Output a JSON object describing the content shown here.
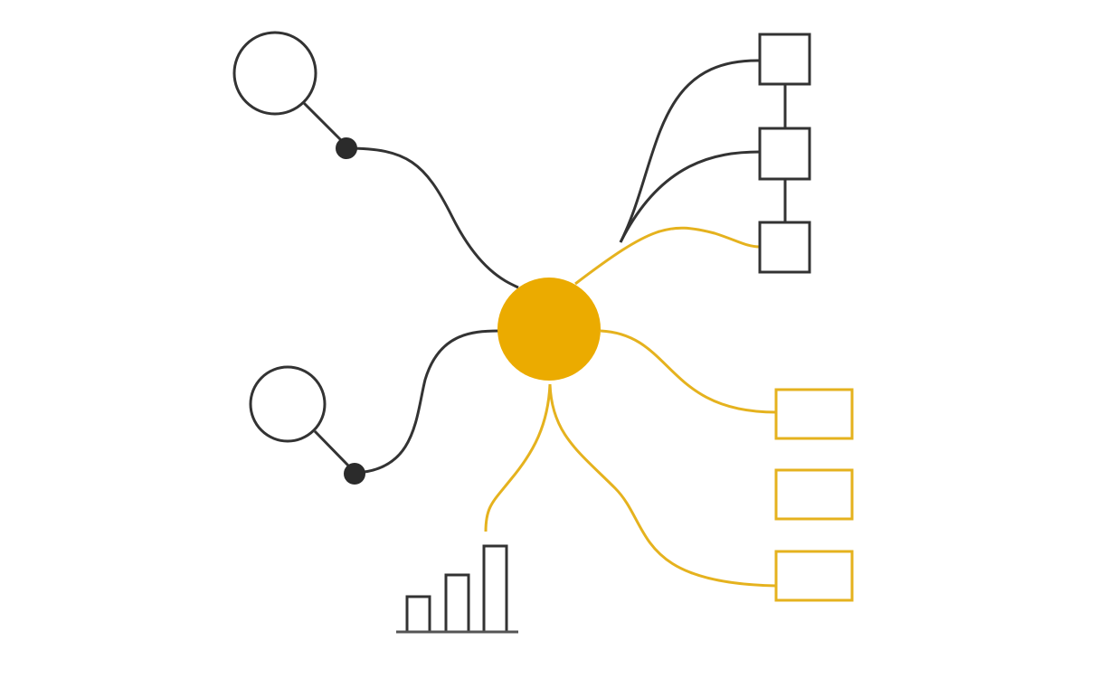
{
  "colors": {
    "background": "#ffffff",
    "dark": "#333333",
    "dot": "#2b2b2b",
    "accent": "#EBAB00",
    "accent_stroke": "#E5B21E"
  },
  "diagram": {
    "center_hub": {
      "icon": "filled-circle",
      "color": "#EBAB00"
    },
    "left_nodes": [
      {
        "icon": "magnifier-like-circle-with-handle",
        "connector_color": "#333333"
      },
      {
        "icon": "magnifier-like-circle-with-handle",
        "connector_color": "#333333"
      }
    ],
    "right_dark_boxes": [
      {
        "icon": "square",
        "connector_color": "#333333"
      },
      {
        "icon": "square",
        "connector_color": "#333333"
      },
      {
        "icon": "square",
        "connector_color": "#E5B21E"
      }
    ],
    "right_accent_boxes": [
      {
        "icon": "rectangle",
        "connector_color": "#E5B21E"
      },
      {
        "icon": "rectangle",
        "connector_color": "#E5B21E"
      },
      {
        "icon": "rectangle",
        "connector_color": "#E5B21E"
      }
    ],
    "bottom_chart": {
      "icon": "bar-chart-icon",
      "bar_levels": [
        1,
        2,
        3
      ]
    }
  }
}
